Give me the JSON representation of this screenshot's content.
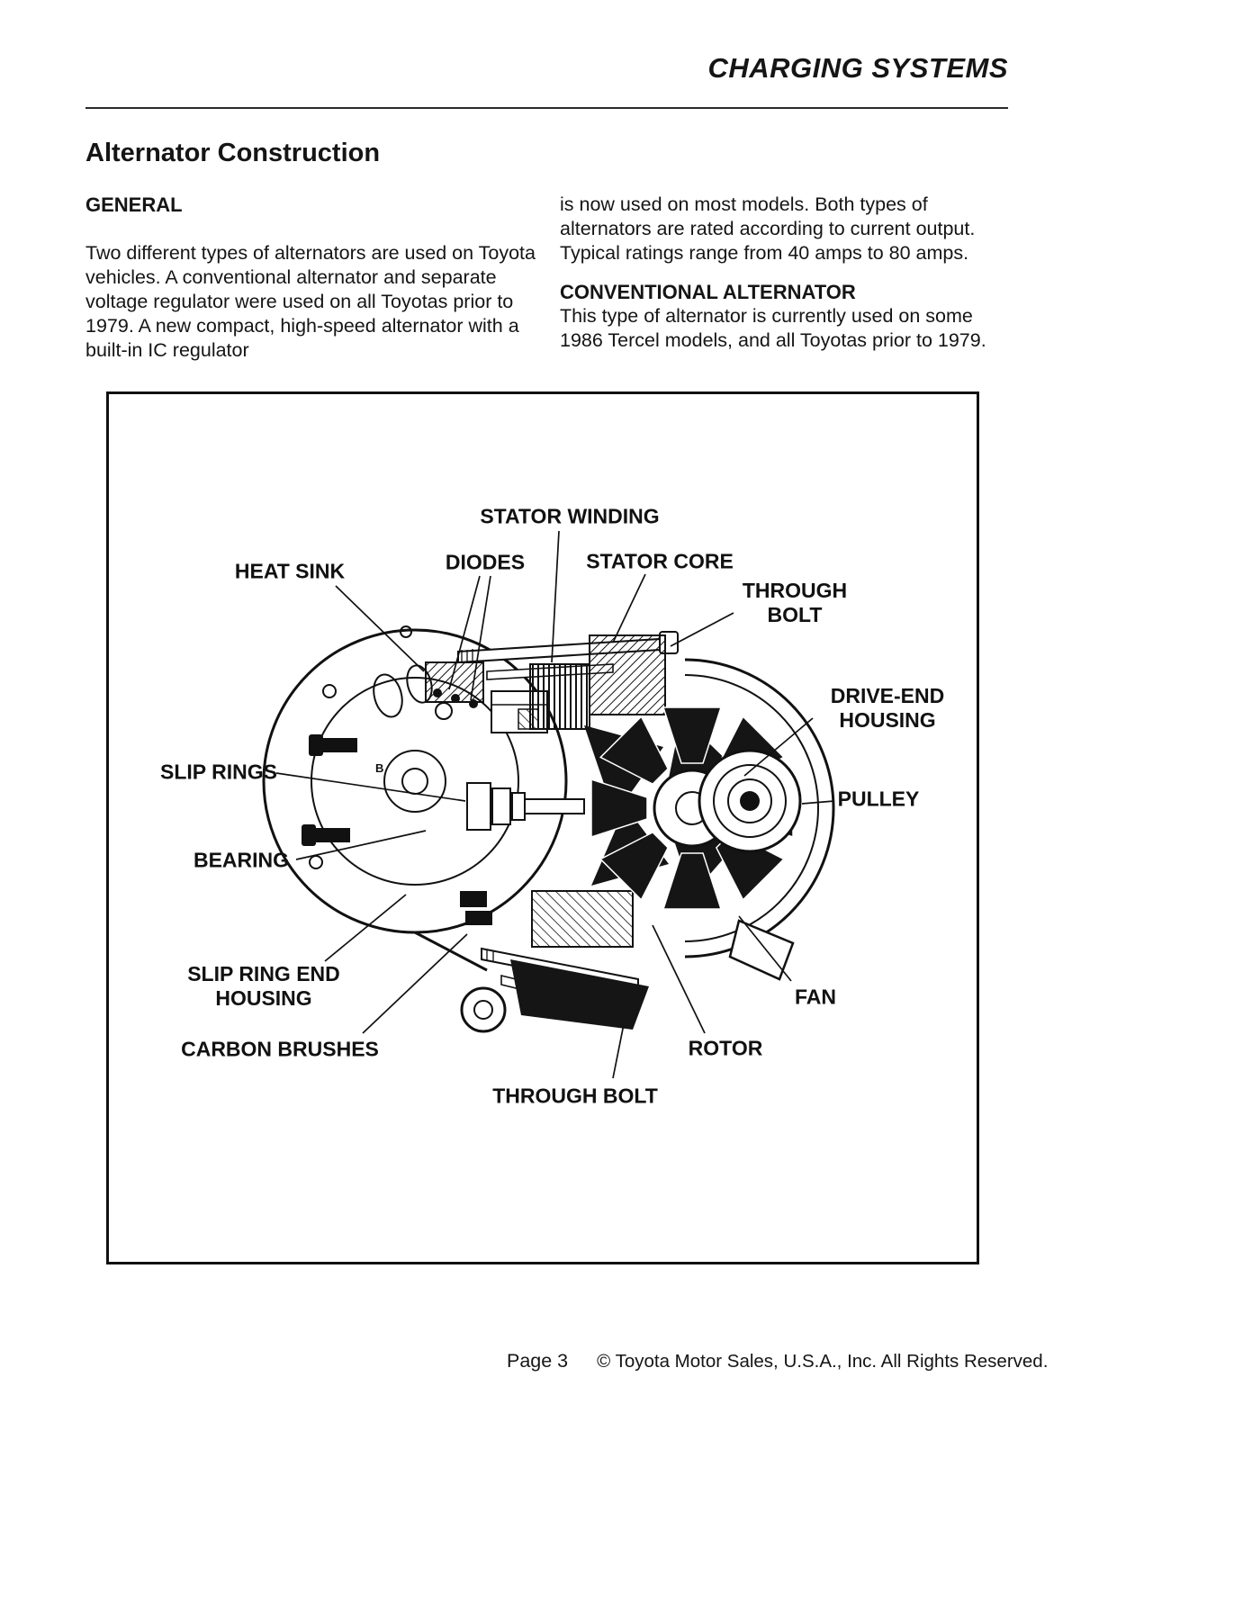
{
  "colors": {
    "ink": "#111111",
    "paper": "#ffffff"
  },
  "header": {
    "title": "CHARGING SYSTEMS"
  },
  "doc": {
    "heading": "Alternator Construction",
    "general": {
      "heading": "GENERAL",
      "body_left": "Two different types of alternators are used on Toyota vehicles. A conventional alternator and separate voltage regulator were used on all Toyotas prior to 1979. A new compact, high-speed alternator with a built-in IC regulator",
      "body_right": "is now used on most models. Both types of alternators are rated according to current output. Typical ratings range from 40 amps to 80 amps."
    },
    "conventional": {
      "heading": "CONVENTIONAL ALTERNATOR",
      "body": "This type of alternator is currently used on some 1986 Tercel models, and all Toyotas prior to 1979."
    }
  },
  "figure": {
    "terminal_label": "B",
    "labels": [
      {
        "id": "stator-winding",
        "text": "STATOR WINDING"
      },
      {
        "id": "heat-sink",
        "text": "HEAT SINK"
      },
      {
        "id": "diodes",
        "text": "DIODES"
      },
      {
        "id": "stator-core",
        "text": "STATOR CORE"
      },
      {
        "id": "through-bolt-top",
        "text": "THROUGH BOLT"
      },
      {
        "id": "drive-end-housing",
        "text": "DRIVE-END HOUSING"
      },
      {
        "id": "slip-rings",
        "text": "SLIP RINGS"
      },
      {
        "id": "pulley",
        "text": "PULLEY"
      },
      {
        "id": "bearing",
        "text": "BEARING"
      },
      {
        "id": "slip-ring-end-housing",
        "text": "SLIP RING END HOUSING"
      },
      {
        "id": "fan",
        "text": "FAN"
      },
      {
        "id": "carbon-brushes",
        "text": "CARBON BRUSHES"
      },
      {
        "id": "rotor",
        "text": "ROTOR"
      },
      {
        "id": "through-bolt-bottom",
        "text": "THROUGH BOLT"
      }
    ]
  },
  "footer": {
    "page_label": "Page 3",
    "copyright": "© Toyota Motor Sales, U.S.A., Inc. All Rights Reserved."
  }
}
